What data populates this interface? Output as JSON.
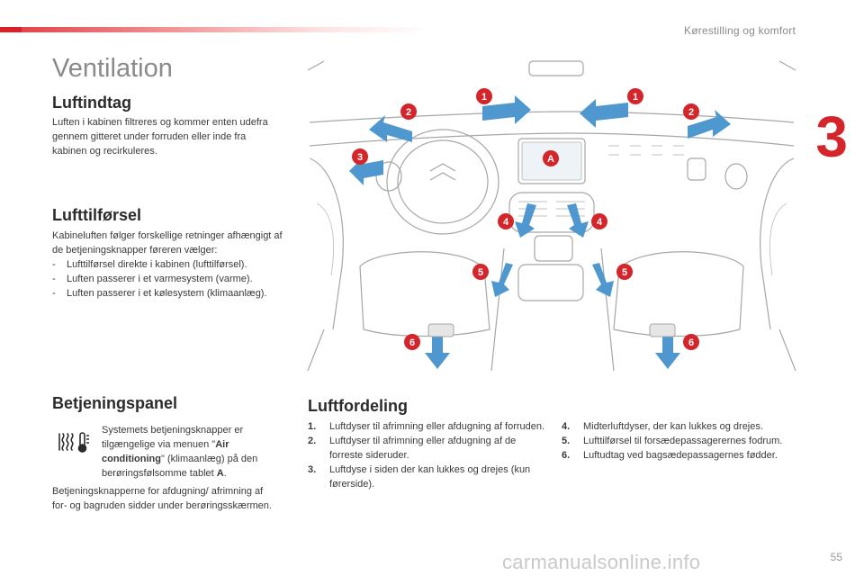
{
  "header": {
    "section": "Kørestilling og komfort",
    "chapter": "3"
  },
  "page_title": "Ventilation",
  "luftindtag": {
    "title": "Luftindtag",
    "text": "Luften i kabinen filtreres og kommer enten udefra gennem gitteret under forruden eller inde fra kabinen og recirkuleres."
  },
  "lufttilforsel": {
    "title": "Lufttilførsel",
    "intro": "Kabineluften følger forskellige retninger afhængigt af de betjeningsknapper føreren vælger:",
    "items": [
      "Lufttilførsel direkte i kabinen (lufttilførsel).",
      "Luften passerer i et varmesystem (varme).",
      "Luften passerer i et kølesystem (klimaanlæg)."
    ]
  },
  "betjeningspanel": {
    "title": "Betjeningspanel",
    "text_before": "Systemets betjeningsknapper er tilgængelige via menuen \"",
    "menu_name": "Air conditioning",
    "text_middle": "\" (klimaanlæg) på den berøringsfølsomme tablet ",
    "tablet_label": "A",
    "text_end": ".",
    "note": "Betjeningsknapperne for afdugning/ afrimning af for- og bagruden sidder under berøringsskærmen."
  },
  "luftfordeling": {
    "title": "Luftfordeling",
    "items_left": [
      {
        "n": "1.",
        "text": "Luftdyser til afrimning eller afdugning af forruden."
      },
      {
        "n": "2.",
        "text": "Luftdyser til afrimning eller afdugning af de forreste sideruder."
      },
      {
        "n": "3.",
        "text": "Luftdyse i siden der kan lukkes og drejes (kun førerside)."
      }
    ],
    "items_right": [
      {
        "n": "4.",
        "text": "Midterluftdyser, der kan lukkes og drejes."
      },
      {
        "n": "5.",
        "text": "Lufttilførsel til forsædepassagerernes fodrum."
      },
      {
        "n": "6.",
        "text": "Luftudtag ved bagsædepassagernes fødder."
      }
    ]
  },
  "illustration": {
    "callouts": [
      "1",
      "1",
      "2",
      "2",
      "3",
      "A",
      "4",
      "4",
      "5",
      "5",
      "6",
      "6"
    ]
  },
  "footer": {
    "page_number": "55",
    "watermark": "carmanualsonline.info"
  },
  "colors": {
    "accent": "#d4252b",
    "arrow_blue": "#4f97cf",
    "title_grey": "#8a8a8a"
  }
}
